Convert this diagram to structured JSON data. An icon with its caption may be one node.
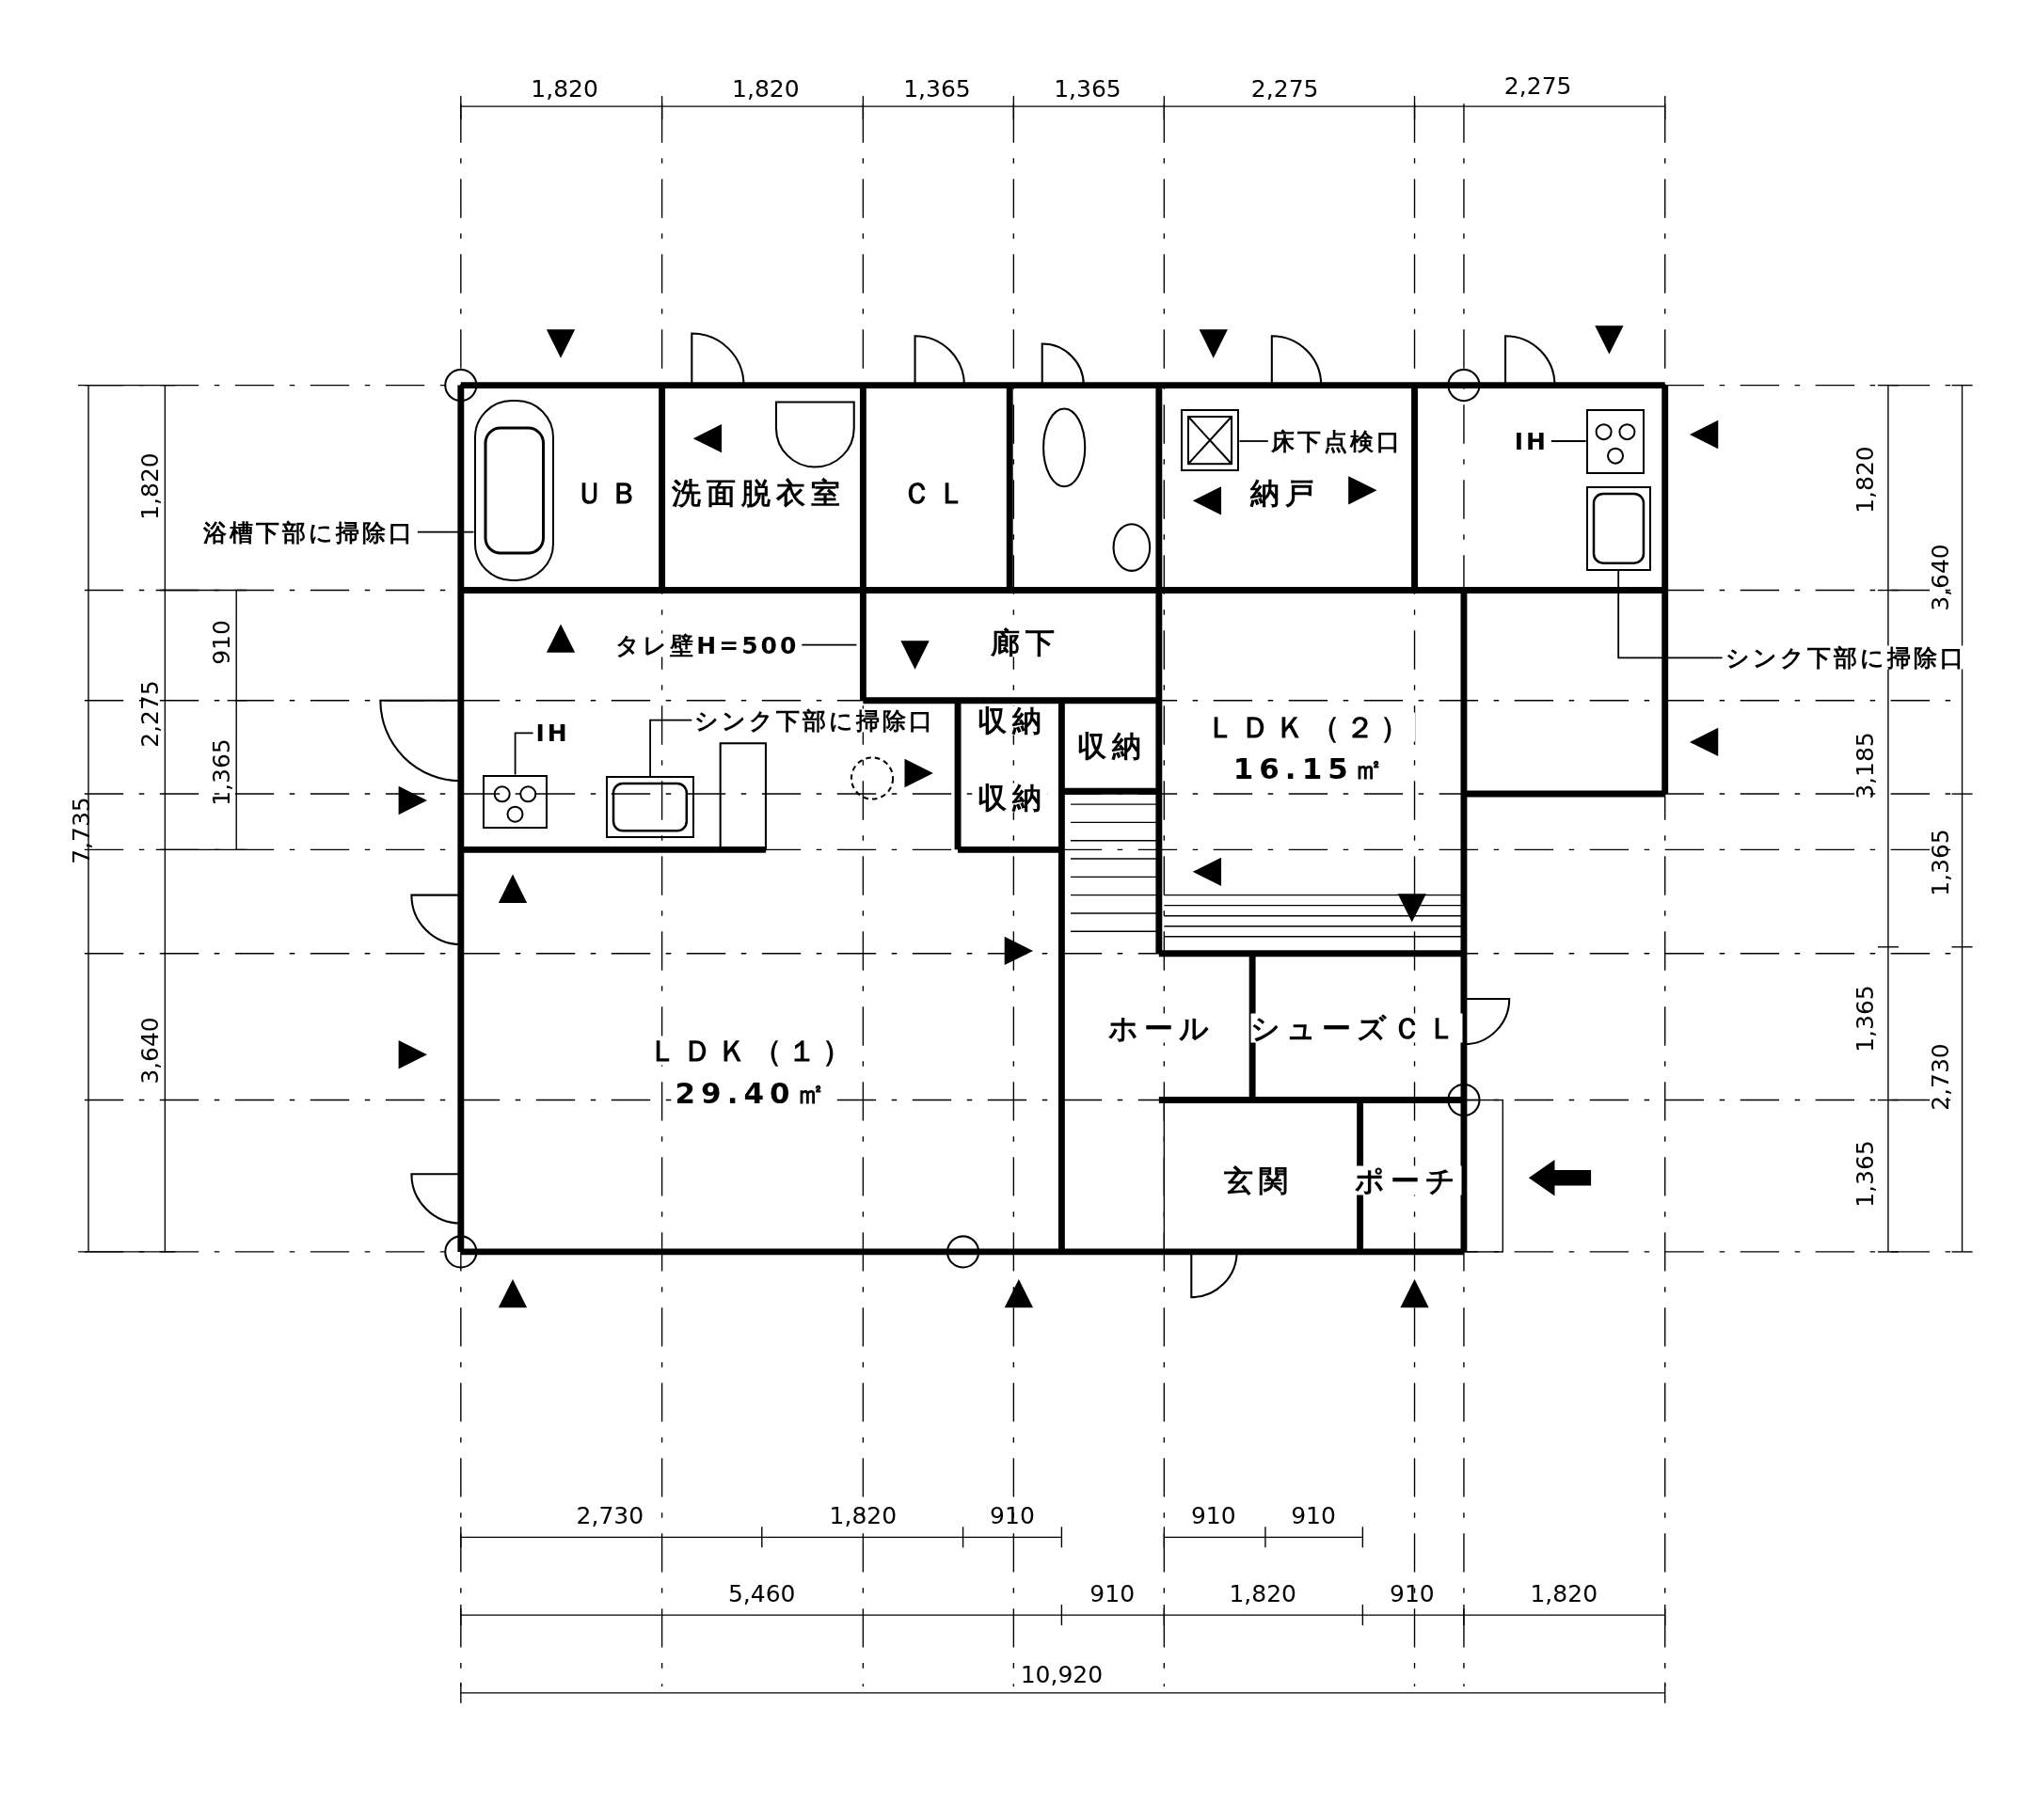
{
  "diagram": {
    "nodes": [
      {
        "text": [],
        "shape": "picture"
      },
      {
        "text": [
          "浴槽下部に掃除口"
        ]
      },
      {
        "text": [],
        "shape": "picture"
      },
      {
        "text": [
          "床下点検口"
        ]
      },
      {
        "text": [],
        "shape": "picture"
      },
      {
        "text": [
          "IH"
        ]
      },
      {
        "text": [],
        "shape": "picture"
      },
      {
        "text": [
          "シンク下部に掃除口"
        ]
      },
      {
        "text": [
          "タレ壁H=500"
        ]
      },
      {
        "text": [],
        "shape": "picture"
      },
      {
        "text": [
          "IH"
        ]
      },
      {
        "text": [],
        "shape": "picture"
      },
      {
        "text": [
          "シンク下部に掃除口"
        ]
      }
    ],
    "edges": [
      {
        "from": 1,
        "to": 0,
        "arrow": "none"
      },
      {
        "from": 3,
        "to": 2,
        "arrow": "none"
      },
      {
        "from": 5,
        "to": 4,
        "arrow": "none"
      },
      {
        "from": 7,
        "to": 6,
        "arrow": "none"
      },
      {
        "from": 8,
        "to": null,
        "arrow": "none"
      },
      {
        "from": 10,
        "to": 9,
        "arrow": "none"
      },
      {
        "from": 12,
        "to": 11,
        "arrow": "none"
      }
    ],
    "labels": [
      "1,820",
      "1,820",
      "1,365",
      "1,365",
      "2,275",
      "2,275",
      "7,735",
      "1,820",
      "2,275",
      "3,640",
      "910",
      "1,365",
      "ＵＢ",
      "洗面脱衣室",
      "ＣＬ",
      "納戸",
      "廊下",
      "収納",
      "収納",
      "収納",
      "ＬＤＫ（２）",
      "16.15㎡",
      "ＬＤＫ（１）",
      "29.40㎡",
      "ホール",
      "シューズＣＬ",
      "玄関",
      "ポーチ",
      "1,820",
      "3,640",
      "3,185",
      "1,365",
      "1,365",
      "2,730",
      "1,365",
      "2,730",
      "1,820",
      "910",
      "910",
      "910",
      "5,460",
      "910",
      "1,820",
      "910",
      "1,820",
      "10,920"
    ]
  }
}
